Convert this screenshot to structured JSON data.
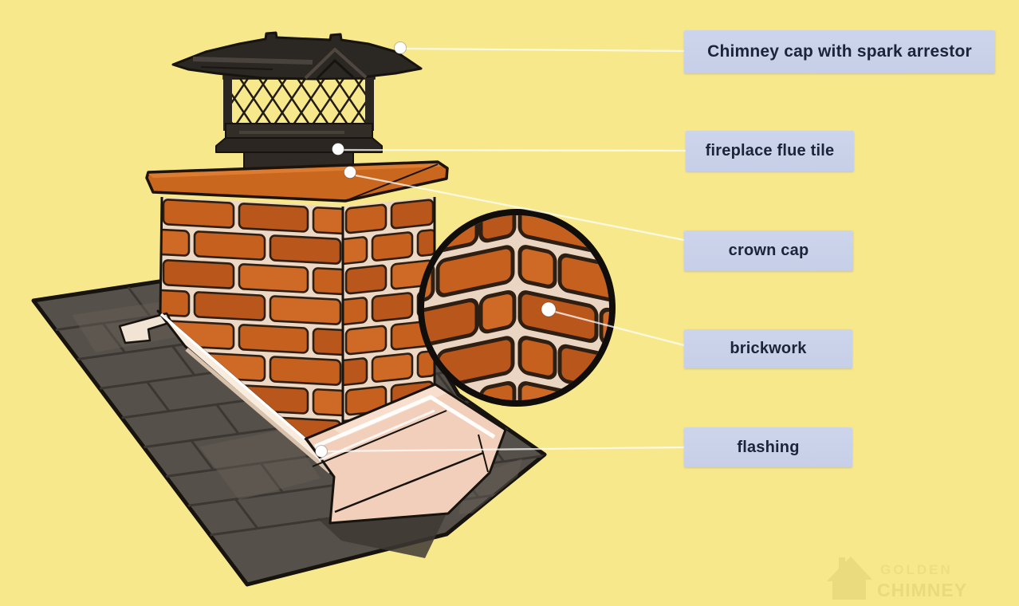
{
  "labels": {
    "cap": "Chimney cap with spark arrestor",
    "flue": "fireplace flue tile",
    "crown": "crown cap",
    "brick": "brickwork",
    "flashing": "flashing"
  },
  "watermark": {
    "top": "GOLDEN",
    "bottom": "CHIMNEY"
  },
  "colors": {
    "bg": "#F8E88C",
    "label_bg": "#C6CFE7",
    "label_bg_top": "#CDD5EC",
    "label_text": "#1D2338",
    "brick_a": "#C6601E",
    "brick_b": "#B8561B",
    "brick_c": "#CE6A25",
    "mortar": "#EDD7C5",
    "mortar_zoom": "#EAD4C2",
    "brick_outline": "#2E1F12",
    "crown": "#C9671F",
    "crown_top": "#DD7B31",
    "roof": "#56504A",
    "roof_line": "#3C3733",
    "roof_outline": "#17130E",
    "cap": "#2B2723",
    "cap_light": "#4E463F",
    "flashing_cream": "#F7ECDE",
    "flashing_pink": "#F2CFBA",
    "flashing_pink_light": "#F8DECD",
    "ink": "#17130E",
    "callout": "#FFFFFF",
    "watermark": "#D9C96E"
  }
}
